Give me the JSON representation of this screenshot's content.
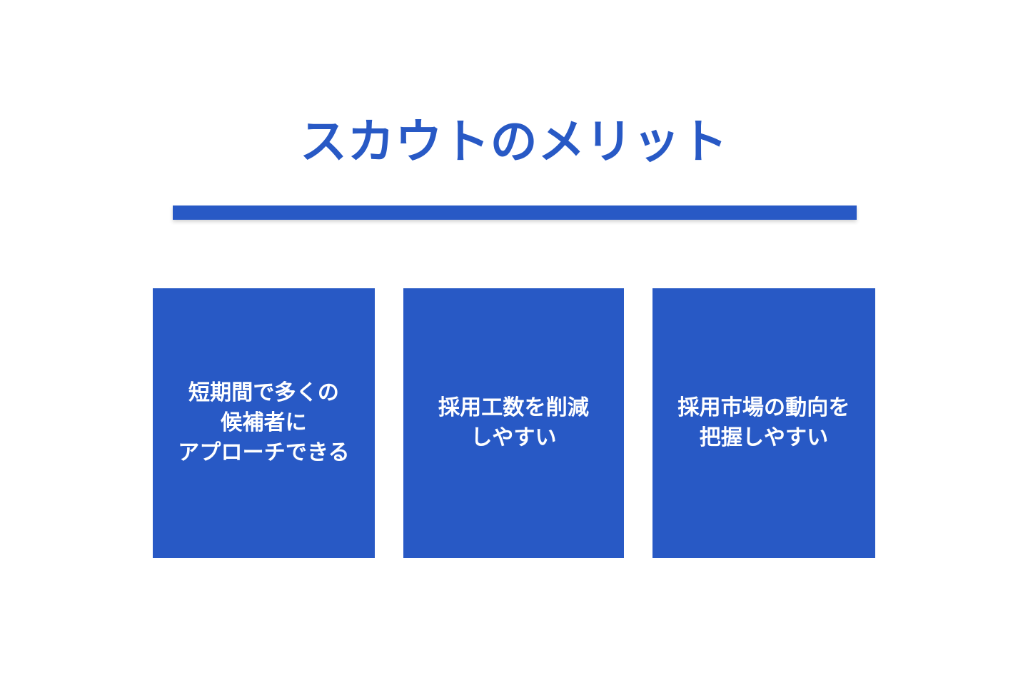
{
  "slide": {
    "background_color": "#ffffff",
    "accent_color": "#2859c5",
    "title": "スカウトのメリット",
    "divider": {
      "color": "#2859c5"
    },
    "cards": [
      {
        "text": "短期間で多くの\n候補者に\nアプローチできる",
        "background_color": "#2859c5",
        "text_color": "#ffffff"
      },
      {
        "text": "採用工数を削減\nしやすい",
        "background_color": "#2859c5",
        "text_color": "#ffffff"
      },
      {
        "text": "採用市場の動向を\n把握しやすい",
        "background_color": "#2859c5",
        "text_color": "#ffffff"
      }
    ]
  }
}
